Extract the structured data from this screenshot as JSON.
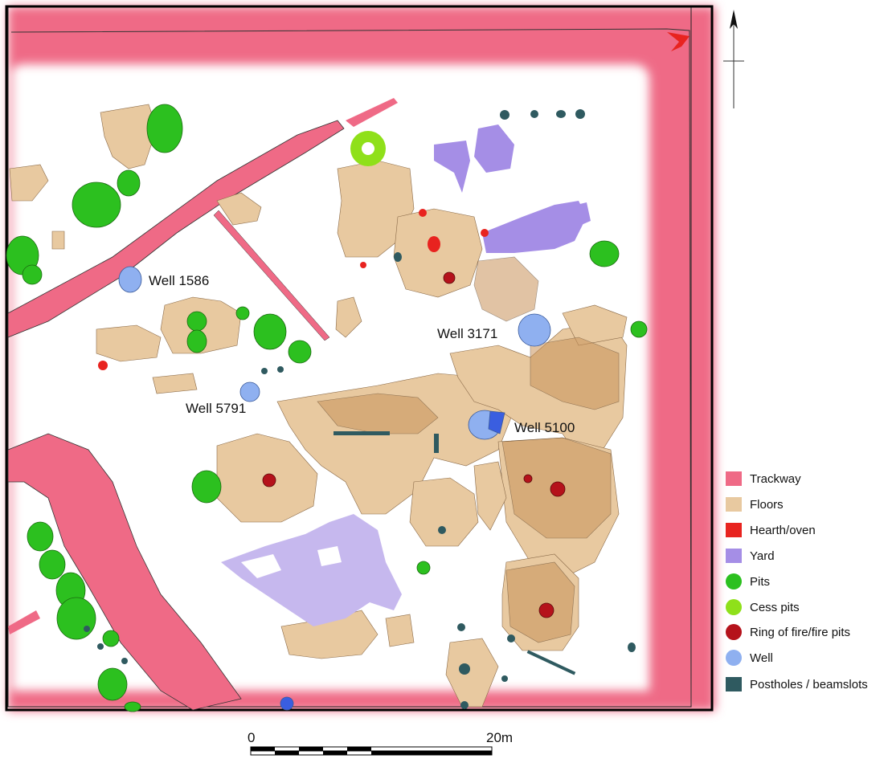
{
  "wells": [
    {
      "label": "Well 1586"
    },
    {
      "label": "Well 3171"
    },
    {
      "label": "Well 5791"
    },
    {
      "label": "Well 5100"
    }
  ],
  "legend": {
    "items": [
      {
        "label": "Trackway",
        "color": "#ef6a86"
      },
      {
        "label": "Floors",
        "color": "#e8c9a0"
      },
      {
        "label": "Hearth/oven",
        "color": "#e8231f"
      },
      {
        "label": "Yard",
        "color": "#a58ee6"
      },
      {
        "label": "Pits",
        "color": "#2cc01f"
      },
      {
        "label": "Cess pits",
        "color": "#8fe01a"
      },
      {
        "label": "Ring of fire/fire pits",
        "color": "#b5121b"
      },
      {
        "label": "Well",
        "color": "#8fb0f0"
      },
      {
        "label": "Postholes / beamslots",
        "color": "#2f5a60"
      }
    ]
  },
  "scale_bar": {
    "start_label": "0",
    "end_label": "20m"
  },
  "north_arrow": {
    "icon": "north-arrow-icon"
  }
}
